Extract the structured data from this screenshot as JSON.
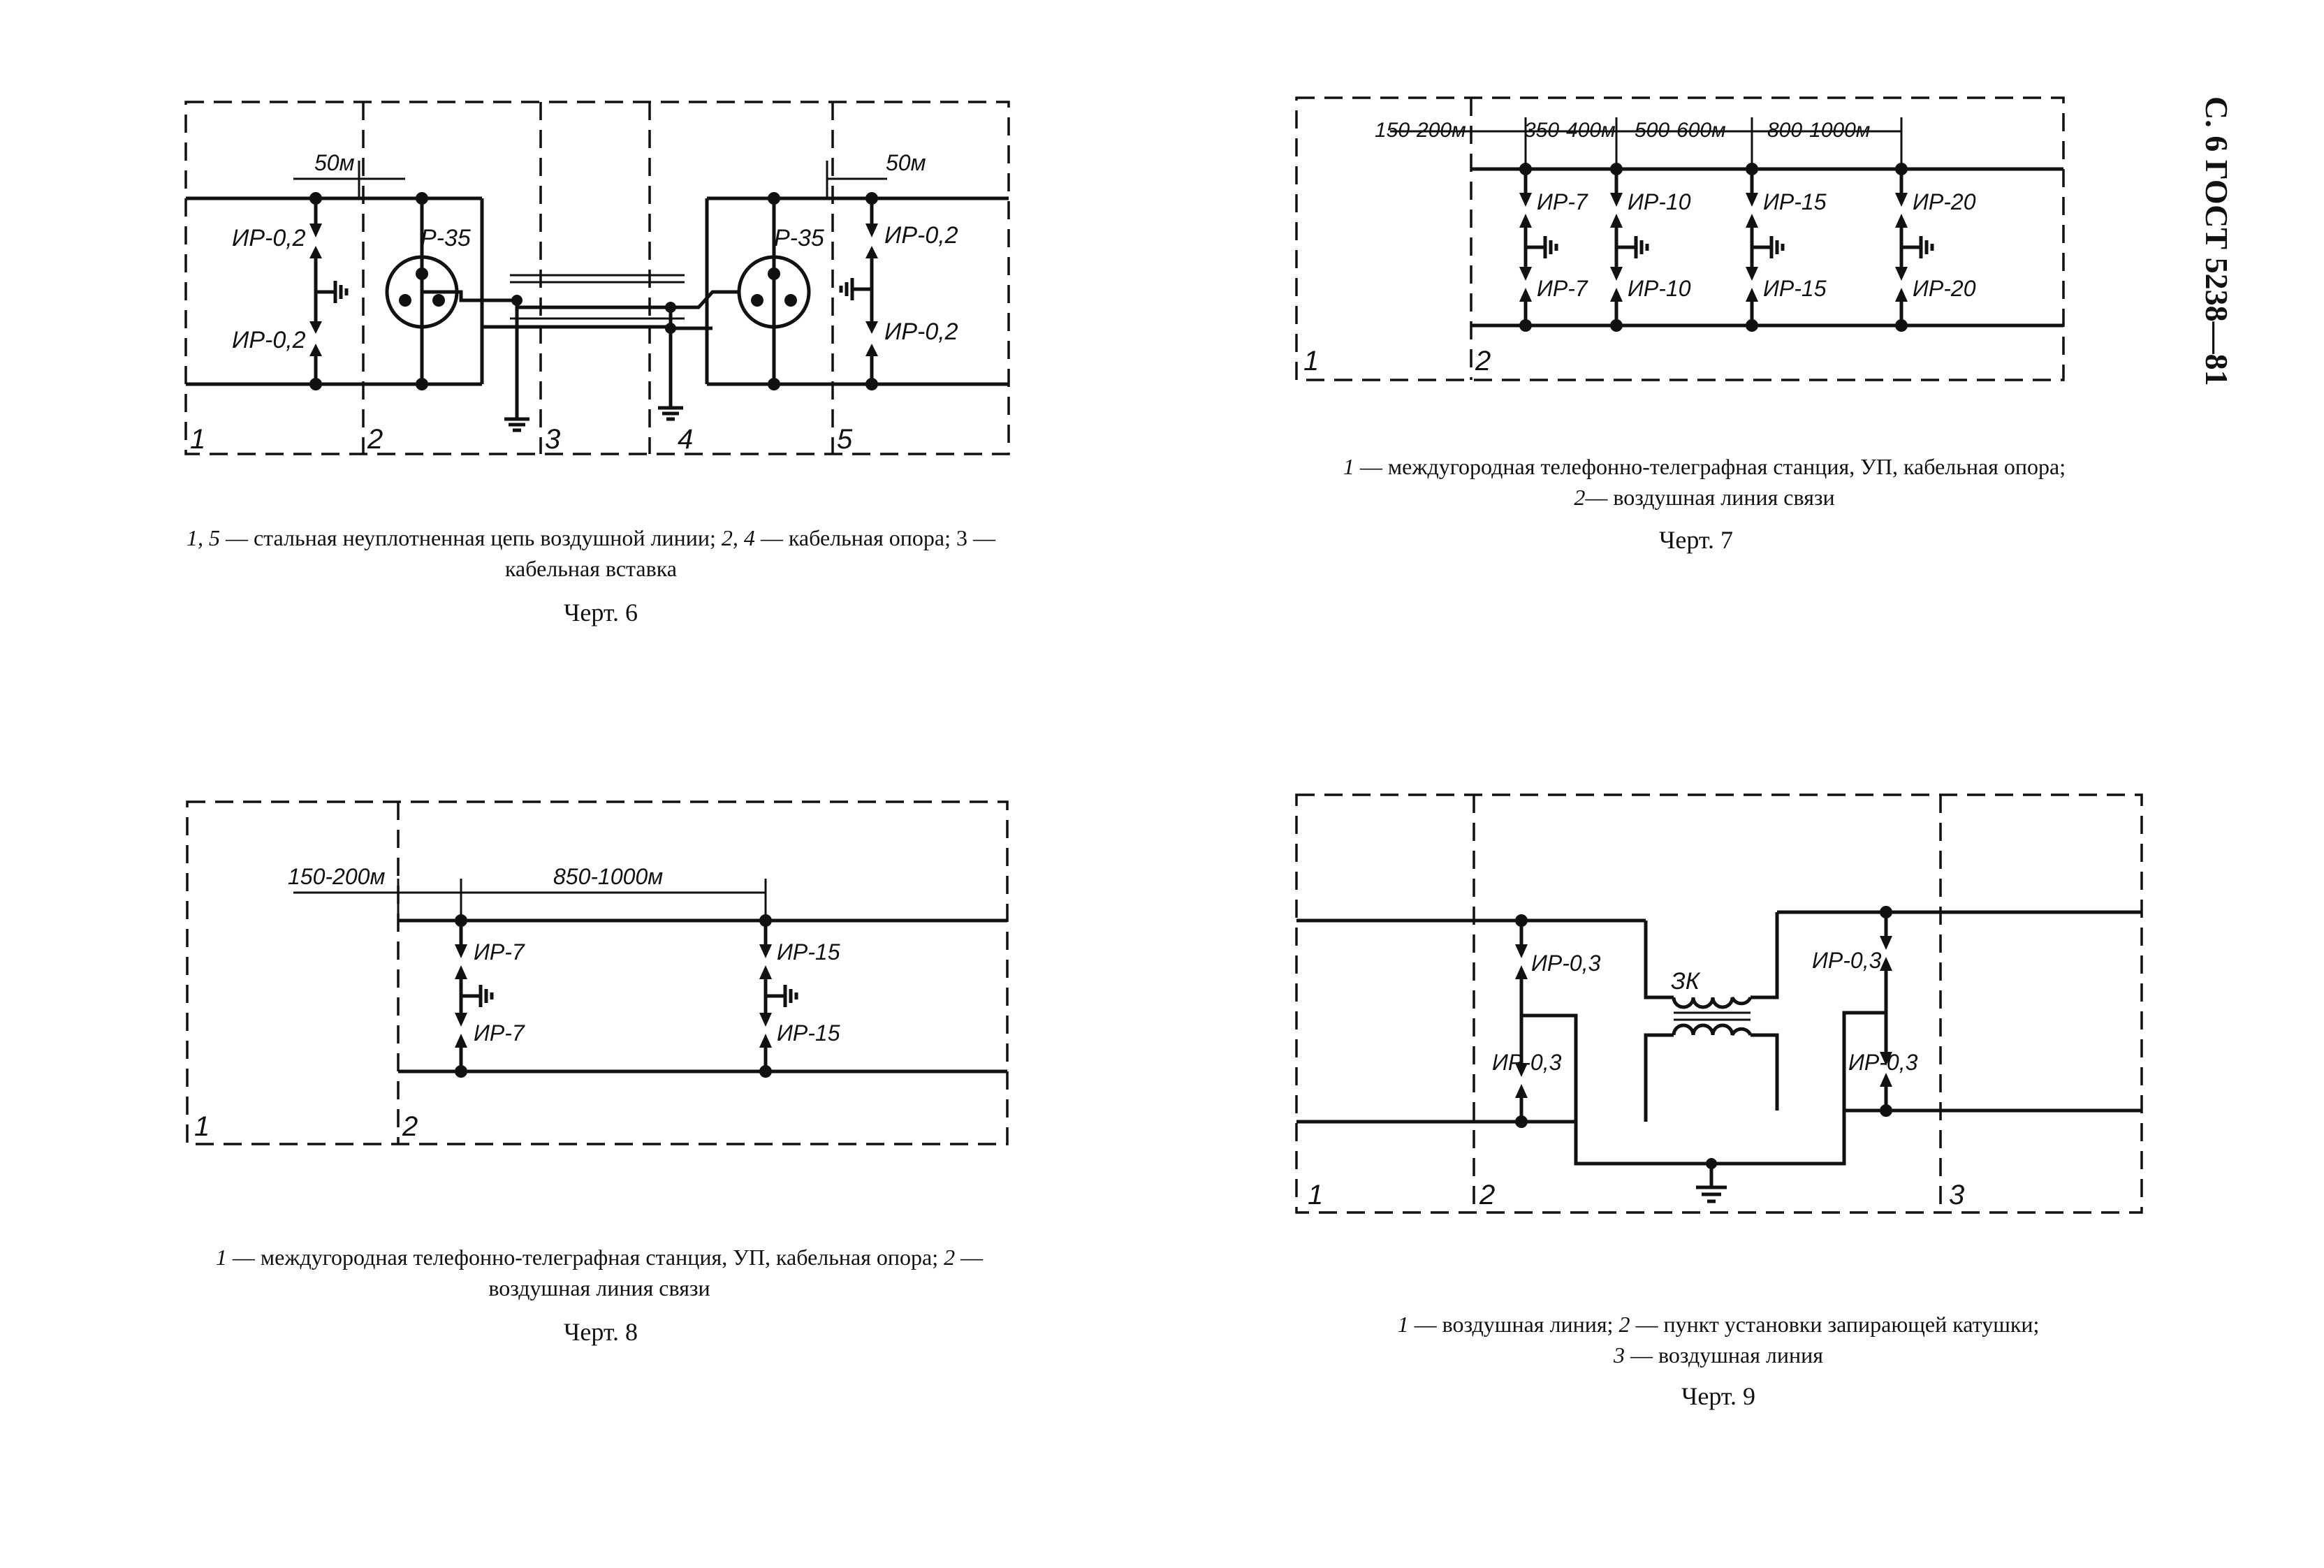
{
  "header": {
    "page_ref": "С. 6 ГОСТ 5238—81"
  },
  "fig6": {
    "dist_left": "50м",
    "dist_right": "50м",
    "ir_top_left": "ИР-0,2",
    "ir_bot_left": "ИР-0,2",
    "ir_top_right": "ИР-0,2",
    "ir_bot_right": "ИР-0,2",
    "arrester_left": "Р-35",
    "arrester_right": "Р-35",
    "zones": [
      "1",
      "2",
      "3",
      "4",
      "5"
    ],
    "caption_italic_a": "1, 5",
    "caption_a": "— стальная неуплотненная цепь воздушной линии;",
    "caption_italic_b": "2, 4",
    "caption_b": "— кабельная опора; 3 — кабельная вставка",
    "title": "Черт. 6"
  },
  "fig7": {
    "dists": [
      "150-200м",
      "350-400м",
      "500-600м",
      "800-1000м"
    ],
    "ir_top": [
      "ИР-7",
      "ИР-10",
      "ИР-15",
      "ИР-20"
    ],
    "ir_bot": [
      "ИР-7",
      "ИР-10",
      "ИР-15",
      "ИР-20"
    ],
    "zones": [
      "1",
      "2"
    ],
    "caption_italic_a": "1",
    "caption_a": "— междугородная телефонно-телеграфная станция, УП, кабельная опора;",
    "caption_italic_b": "2",
    "caption_b": "— воздушная линия связи",
    "title": "Черт. 7"
  },
  "fig8": {
    "dists": [
      "150-200м",
      "850-1000м"
    ],
    "ir_top": [
      "ИР-7",
      "ИР-15"
    ],
    "ir_bot": [
      "ИР-7",
      "ИР-15"
    ],
    "zones": [
      "1",
      "2"
    ],
    "caption_italic_a": "1",
    "caption_a": "— междугородная телефонно-телеграфная станция, УП, кабельная опора;",
    "caption_italic_b": "2",
    "caption_b": "— воздушная линия связи",
    "title": "Черт. 8"
  },
  "fig9": {
    "coil": "ЗК",
    "ir_top_left": "ИР-0,3",
    "ir_bot_left": "ИР-0,3",
    "ir_top_right": "ИР-0,3",
    "ir_bot_right": "ИР-0,3",
    "zones": [
      "1",
      "2",
      "3"
    ],
    "caption_italic_a": "1",
    "caption_a": "— воздушная линия;",
    "caption_italic_b": "2",
    "caption_b": "— пункт установки запирающей катушки;",
    "caption_italic_c": "3",
    "caption_c": "— воздушная линия",
    "title": "Черт. 9"
  }
}
